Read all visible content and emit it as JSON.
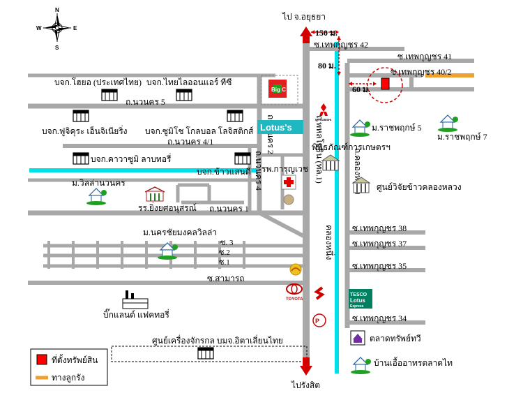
{
  "compass": {
    "n": "N",
    "s": "S",
    "e": "E",
    "w": "W"
  },
  "top_direction": "ไป จ.อยุธยา",
  "bottom_direction": "ไปรังสิต",
  "main_road": "ถ.พหลโยธิน (ทล.1)",
  "road_label_2": "ถ.นวนคร 2",
  "road_label_4": "ถ.นวนคร 4",
  "canal_label": "คลองหนึ่ง",
  "east_road": "ถ.คลองหลวง",
  "dimensions": {
    "d150": "150 ม.",
    "d80": "80 ม.",
    "d60": "60 ม."
  },
  "soi": {
    "s42": "ซ.เทพกุญชร 42",
    "s41": "ซ.เทพกุญชร 41",
    "s40_2": "ซ.เทพกุญชร 40/2",
    "s38": "ซ.เทพกุญชร 38",
    "s37": "ซ.เทพกุญชร 37",
    "s35": "ซ.เทพกุญชร 35",
    "s34": "ซ.เทพกุญชร 34"
  },
  "roads": {
    "nawanakorn5": "ถ.นวนคร 5",
    "nawanakorn4_1": "ถ.นวนคร 4/1",
    "nawanakorn1": "ถ.นวนคร 1",
    "so3": "ซ. 3",
    "so2": "ซ.2",
    "so1": "ซ.1",
    "samakhi": "ซ.สามารถ"
  },
  "places": {
    "hoya": "บจก.โฮยอ (ประเทศไทย)",
    "thai_airline": "บจก.ไทยไลออนแอร์ ทีซี",
    "fujikura": "บจก.ฟูจิคุระ เอ็นจิเนียริ่ง",
    "sumisho": "บจก.ซูมิโช โกลบอล โลจิสติกส์",
    "kawasumi": "บจก.คาวาซูมิ ลาบทอรี่",
    "khaosanti": "บจก.ข้าวแสนดี",
    "villa": "ม.วิลล่านวนคร",
    "school": "รร.ยิ่งยศอนุสรณ์",
    "hospital": "รพ.การุญเวช",
    "museum": "พิพิธภัณฑ์การเกษตรฯ",
    "rice_center": "ศูนย์วิจัยข้าวคลองหลวง",
    "ratchaphruek5": "ม.ราชพฤกษ์ 5",
    "ratchaphruek7": "ม.ราชพฤกษ์ 7",
    "nakornchai": "ม.นครชัยมงคลวิลล่า",
    "bigland": "บิ๊กแลนด์ แฟคทอรี่",
    "machinery": "ศูนย์เครื่องจักรกล บมจ.อิตาเลี่ยนไทย",
    "market": "ตลาดทรัพย์ทวี",
    "house": "บ้านเอื้ออาทรตลาดไท"
  },
  "logos": {
    "lotus": "Lotus's",
    "big_c": "Big C",
    "tesco1": "TESCO",
    "tesco2": "Lotus",
    "tesco3": "Express",
    "toyota": "TOYOTA",
    "mitsubishi": "MITSUBISHI"
  },
  "legend": {
    "property": "ที่ตั้งทรัพย์สิน",
    "rail": "ทางลูกรัง"
  },
  "colors": {
    "road": "#a8a8a8",
    "canal": "#00e0e8",
    "arrow": "#d40000",
    "marker": "#ff0000",
    "rail": "#f0a030",
    "lotus": "#20b8c0",
    "green": "#20a020"
  }
}
